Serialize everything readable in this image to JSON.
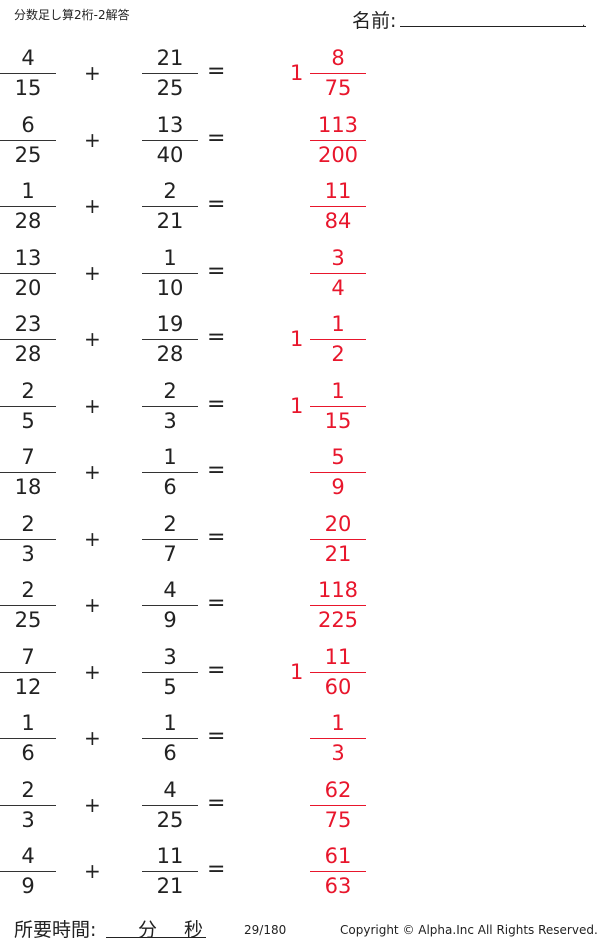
{
  "header": {
    "title": "分数足し算2桁-2解答",
    "name_label": "名前:",
    "name_dot": "."
  },
  "problems": [
    {
      "a_num": "4",
      "a_den": "15",
      "op": "+",
      "b_num": "21",
      "b_den": "25",
      "eq": "=",
      "whole": "1",
      "r_num": "8",
      "r_den": "75"
    },
    {
      "a_num": "6",
      "a_den": "25",
      "op": "+",
      "b_num": "13",
      "b_den": "40",
      "eq": "=",
      "whole": "",
      "r_num": "113",
      "r_den": "200"
    },
    {
      "a_num": "1",
      "a_den": "28",
      "op": "+",
      "b_num": "2",
      "b_den": "21",
      "eq": "=",
      "whole": "",
      "r_num": "11",
      "r_den": "84"
    },
    {
      "a_num": "13",
      "a_den": "20",
      "op": "+",
      "b_num": "1",
      "b_den": "10",
      "eq": "=",
      "whole": "",
      "r_num": "3",
      "r_den": "4"
    },
    {
      "a_num": "23",
      "a_den": "28",
      "op": "+",
      "b_num": "19",
      "b_den": "28",
      "eq": "=",
      "whole": "1",
      "r_num": "1",
      "r_den": "2"
    },
    {
      "a_num": "2",
      "a_den": "5",
      "op": "+",
      "b_num": "2",
      "b_den": "3",
      "eq": "=",
      "whole": "1",
      "r_num": "1",
      "r_den": "15"
    },
    {
      "a_num": "7",
      "a_den": "18",
      "op": "+",
      "b_num": "1",
      "b_den": "6",
      "eq": "=",
      "whole": "",
      "r_num": "5",
      "r_den": "9"
    },
    {
      "a_num": "2",
      "a_den": "3",
      "op": "+",
      "b_num": "2",
      "b_den": "7",
      "eq": "=",
      "whole": "",
      "r_num": "20",
      "r_den": "21"
    },
    {
      "a_num": "2",
      "a_den": "25",
      "op": "+",
      "b_num": "4",
      "b_den": "9",
      "eq": "=",
      "whole": "",
      "r_num": "118",
      "r_den": "225"
    },
    {
      "a_num": "7",
      "a_den": "12",
      "op": "+",
      "b_num": "3",
      "b_den": "5",
      "eq": "=",
      "whole": "1",
      "r_num": "11",
      "r_den": "60"
    },
    {
      "a_num": "1",
      "a_den": "6",
      "op": "+",
      "b_num": "1",
      "b_den": "6",
      "eq": "=",
      "whole": "",
      "r_num": "1",
      "r_den": "3"
    },
    {
      "a_num": "2",
      "a_den": "3",
      "op": "+",
      "b_num": "4",
      "b_den": "25",
      "eq": "=",
      "whole": "",
      "r_num": "62",
      "r_den": "75"
    },
    {
      "a_num": "4",
      "a_den": "9",
      "op": "+",
      "b_num": "11",
      "b_den": "21",
      "eq": "=",
      "whole": "",
      "r_num": "61",
      "r_den": "63"
    }
  ],
  "footer": {
    "time_label": "所要時間:",
    "minutes_label": "分",
    "seconds_label": "秒",
    "page_number": "29/180",
    "copyright": "Copyright ©  Alpha.Inc All Rights Reserved."
  },
  "colors": {
    "answer": "#e8162c",
    "text": "#222222"
  }
}
